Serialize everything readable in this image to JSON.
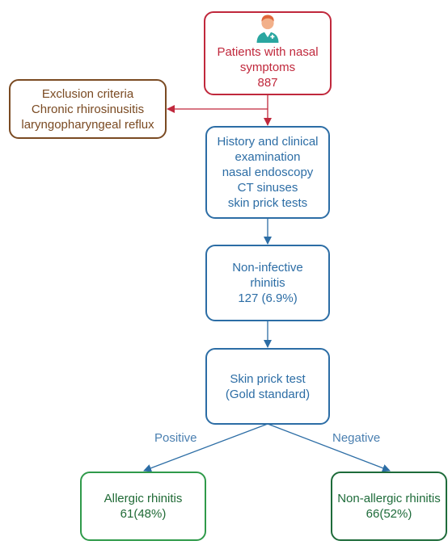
{
  "colors": {
    "patients": "#c0283c",
    "exclusion": "#7a4a22",
    "blue": "#2c6da5",
    "allergic": "#2f9a4a",
    "nonallergic": "#1e6b3a",
    "edge_label": "#4a7fb0"
  },
  "icon": "doctor-avatar-icon",
  "patients": {
    "line1": "Patients with nasal",
    "line2": "symptoms",
    "count": "887"
  },
  "exclusion": {
    "title": "Exclusion criteria",
    "line1": "Chronic rhirosinusitis",
    "line2": "laryngopharyngeal reflux"
  },
  "history": {
    "lines": [
      "History and clinical",
      "examination",
      "nasal endoscopy",
      "CT sinuses",
      "skin prick tests"
    ]
  },
  "noninfective": {
    "line1": "Non-infective",
    "line2": "rhinitis",
    "line3": "127 (6.9%)"
  },
  "skin_prick": {
    "line1": "Skin prick test",
    "line2": "(Gold standard)"
  },
  "edges": {
    "positive": "Positive",
    "negative": "Negative"
  },
  "allergic": {
    "line1": "Allergic rhinitis",
    "line2": "61(48%)"
  },
  "nonallergic": {
    "line1": "Non-allergic rhinitis",
    "line2": "66(52%)"
  }
}
